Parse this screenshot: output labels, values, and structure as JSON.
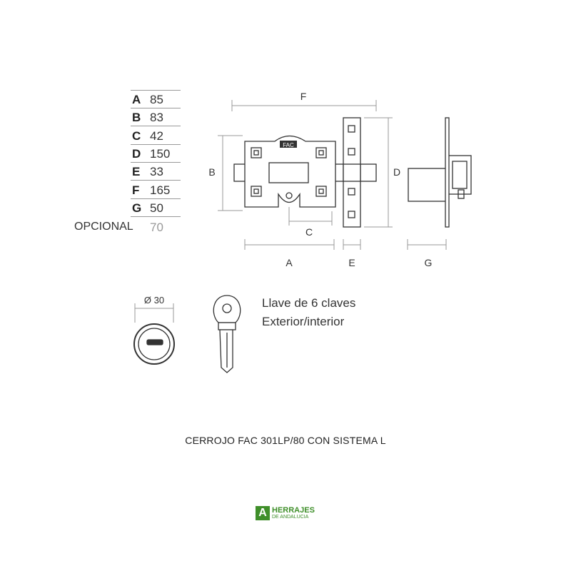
{
  "dimensions": [
    {
      "key": "A",
      "value": "85"
    },
    {
      "key": "B",
      "value": "83"
    },
    {
      "key": "C",
      "value": "42"
    },
    {
      "key": "D",
      "value": "150"
    },
    {
      "key": "E",
      "value": "33"
    },
    {
      "key": "F",
      "value": "165"
    },
    {
      "key": "G",
      "value": "50"
    }
  ],
  "optional": {
    "label": "OPCIONAL",
    "value": "70"
  },
  "drawing": {
    "plate_brand": "FAC",
    "labels": {
      "A": "A",
      "B": "B",
      "C": "C",
      "D": "D",
      "E": "E",
      "F": "F",
      "G": "G"
    },
    "diameter": "Ø 30"
  },
  "key_text": {
    "line1": "Llave de 6 claves",
    "line2": "Exterior/interior"
  },
  "caption": "CERROJO FAC 301LP/80 CON SISTEMA L",
  "logo": {
    "mark": "A",
    "line1": "HERRAJES",
    "line2": "DE ANDALUCIA",
    "color": "#3f8f2a"
  }
}
